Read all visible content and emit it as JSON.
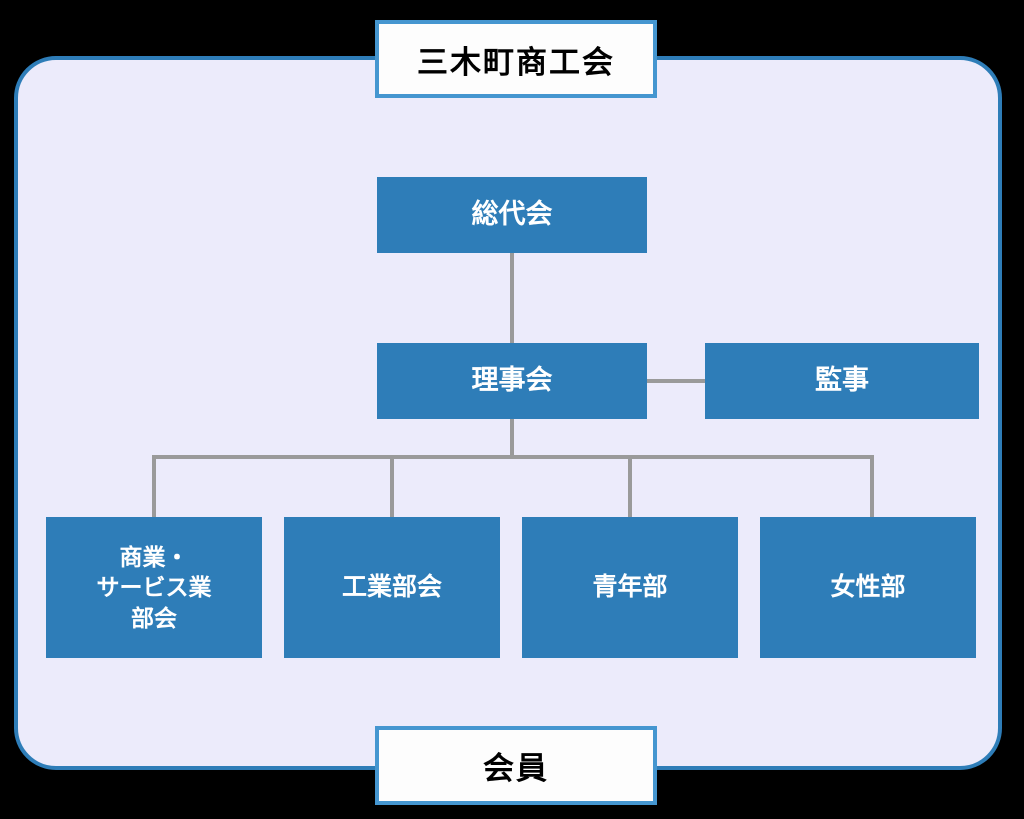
{
  "page": {
    "title": "三木町商工会 組織図",
    "background_color": "#000000"
  },
  "theme": {
    "container_fill": "#ECEBFB",
    "container_border": "#2E7DB8",
    "box_fill": "#2E7DB8",
    "box_text": "#FFFFFF",
    "plain_box_fill": "#FDFDFD",
    "plain_box_border": "#4596D0",
    "plain_box_text": "#000000",
    "connector_color": "#9A9A9A"
  },
  "chart_data": {
    "type": "diagram",
    "diagram_kind": "organization-chart",
    "title": "三木町商工会",
    "root": "三木町商工会",
    "nodes": [
      {
        "id": "title",
        "label": "三木町商工会",
        "style": "outline",
        "level": 0
      },
      {
        "id": "soudaikai",
        "label": "総代会",
        "style": "filled",
        "level": 1
      },
      {
        "id": "rijikai",
        "label": "理事会",
        "style": "filled",
        "level": 2
      },
      {
        "id": "kanji",
        "label": "監事",
        "style": "filled",
        "level": 2
      },
      {
        "id": "shogyo",
        "label": "商業・サービス業部会",
        "style": "filled",
        "level": 3
      },
      {
        "id": "kogyo",
        "label": "工業部会",
        "style": "filled",
        "level": 3
      },
      {
        "id": "seinen",
        "label": "青年部",
        "style": "filled",
        "level": 3
      },
      {
        "id": "josei",
        "label": "女性部",
        "style": "filled",
        "level": 3
      },
      {
        "id": "members",
        "label": "会員",
        "style": "outline",
        "level": 4
      }
    ],
    "edges": [
      {
        "from": "title",
        "to": "soudaikai"
      },
      {
        "from": "soudaikai",
        "to": "rijikai"
      },
      {
        "from": "rijikai",
        "to": "kanji"
      },
      {
        "from": "rijikai",
        "to": "shogyo"
      },
      {
        "from": "rijikai",
        "to": "kogyo"
      },
      {
        "from": "rijikai",
        "to": "seinen"
      },
      {
        "from": "rijikai",
        "to": "josei"
      }
    ]
  },
  "boxes": {
    "title": {
      "label": "三木町商工会"
    },
    "members": {
      "label": "会員"
    },
    "soudaikai": {
      "label": "総代会"
    },
    "rijikai": {
      "label": "理事会"
    },
    "kanji": {
      "label": "監事"
    },
    "shogyo": {
      "line1": "商業・",
      "line2": "サービス業",
      "line3": "部会"
    },
    "kogyo": {
      "label": "工業部会"
    },
    "seinen": {
      "label": "青年部"
    },
    "josei": {
      "label": "女性部"
    }
  }
}
